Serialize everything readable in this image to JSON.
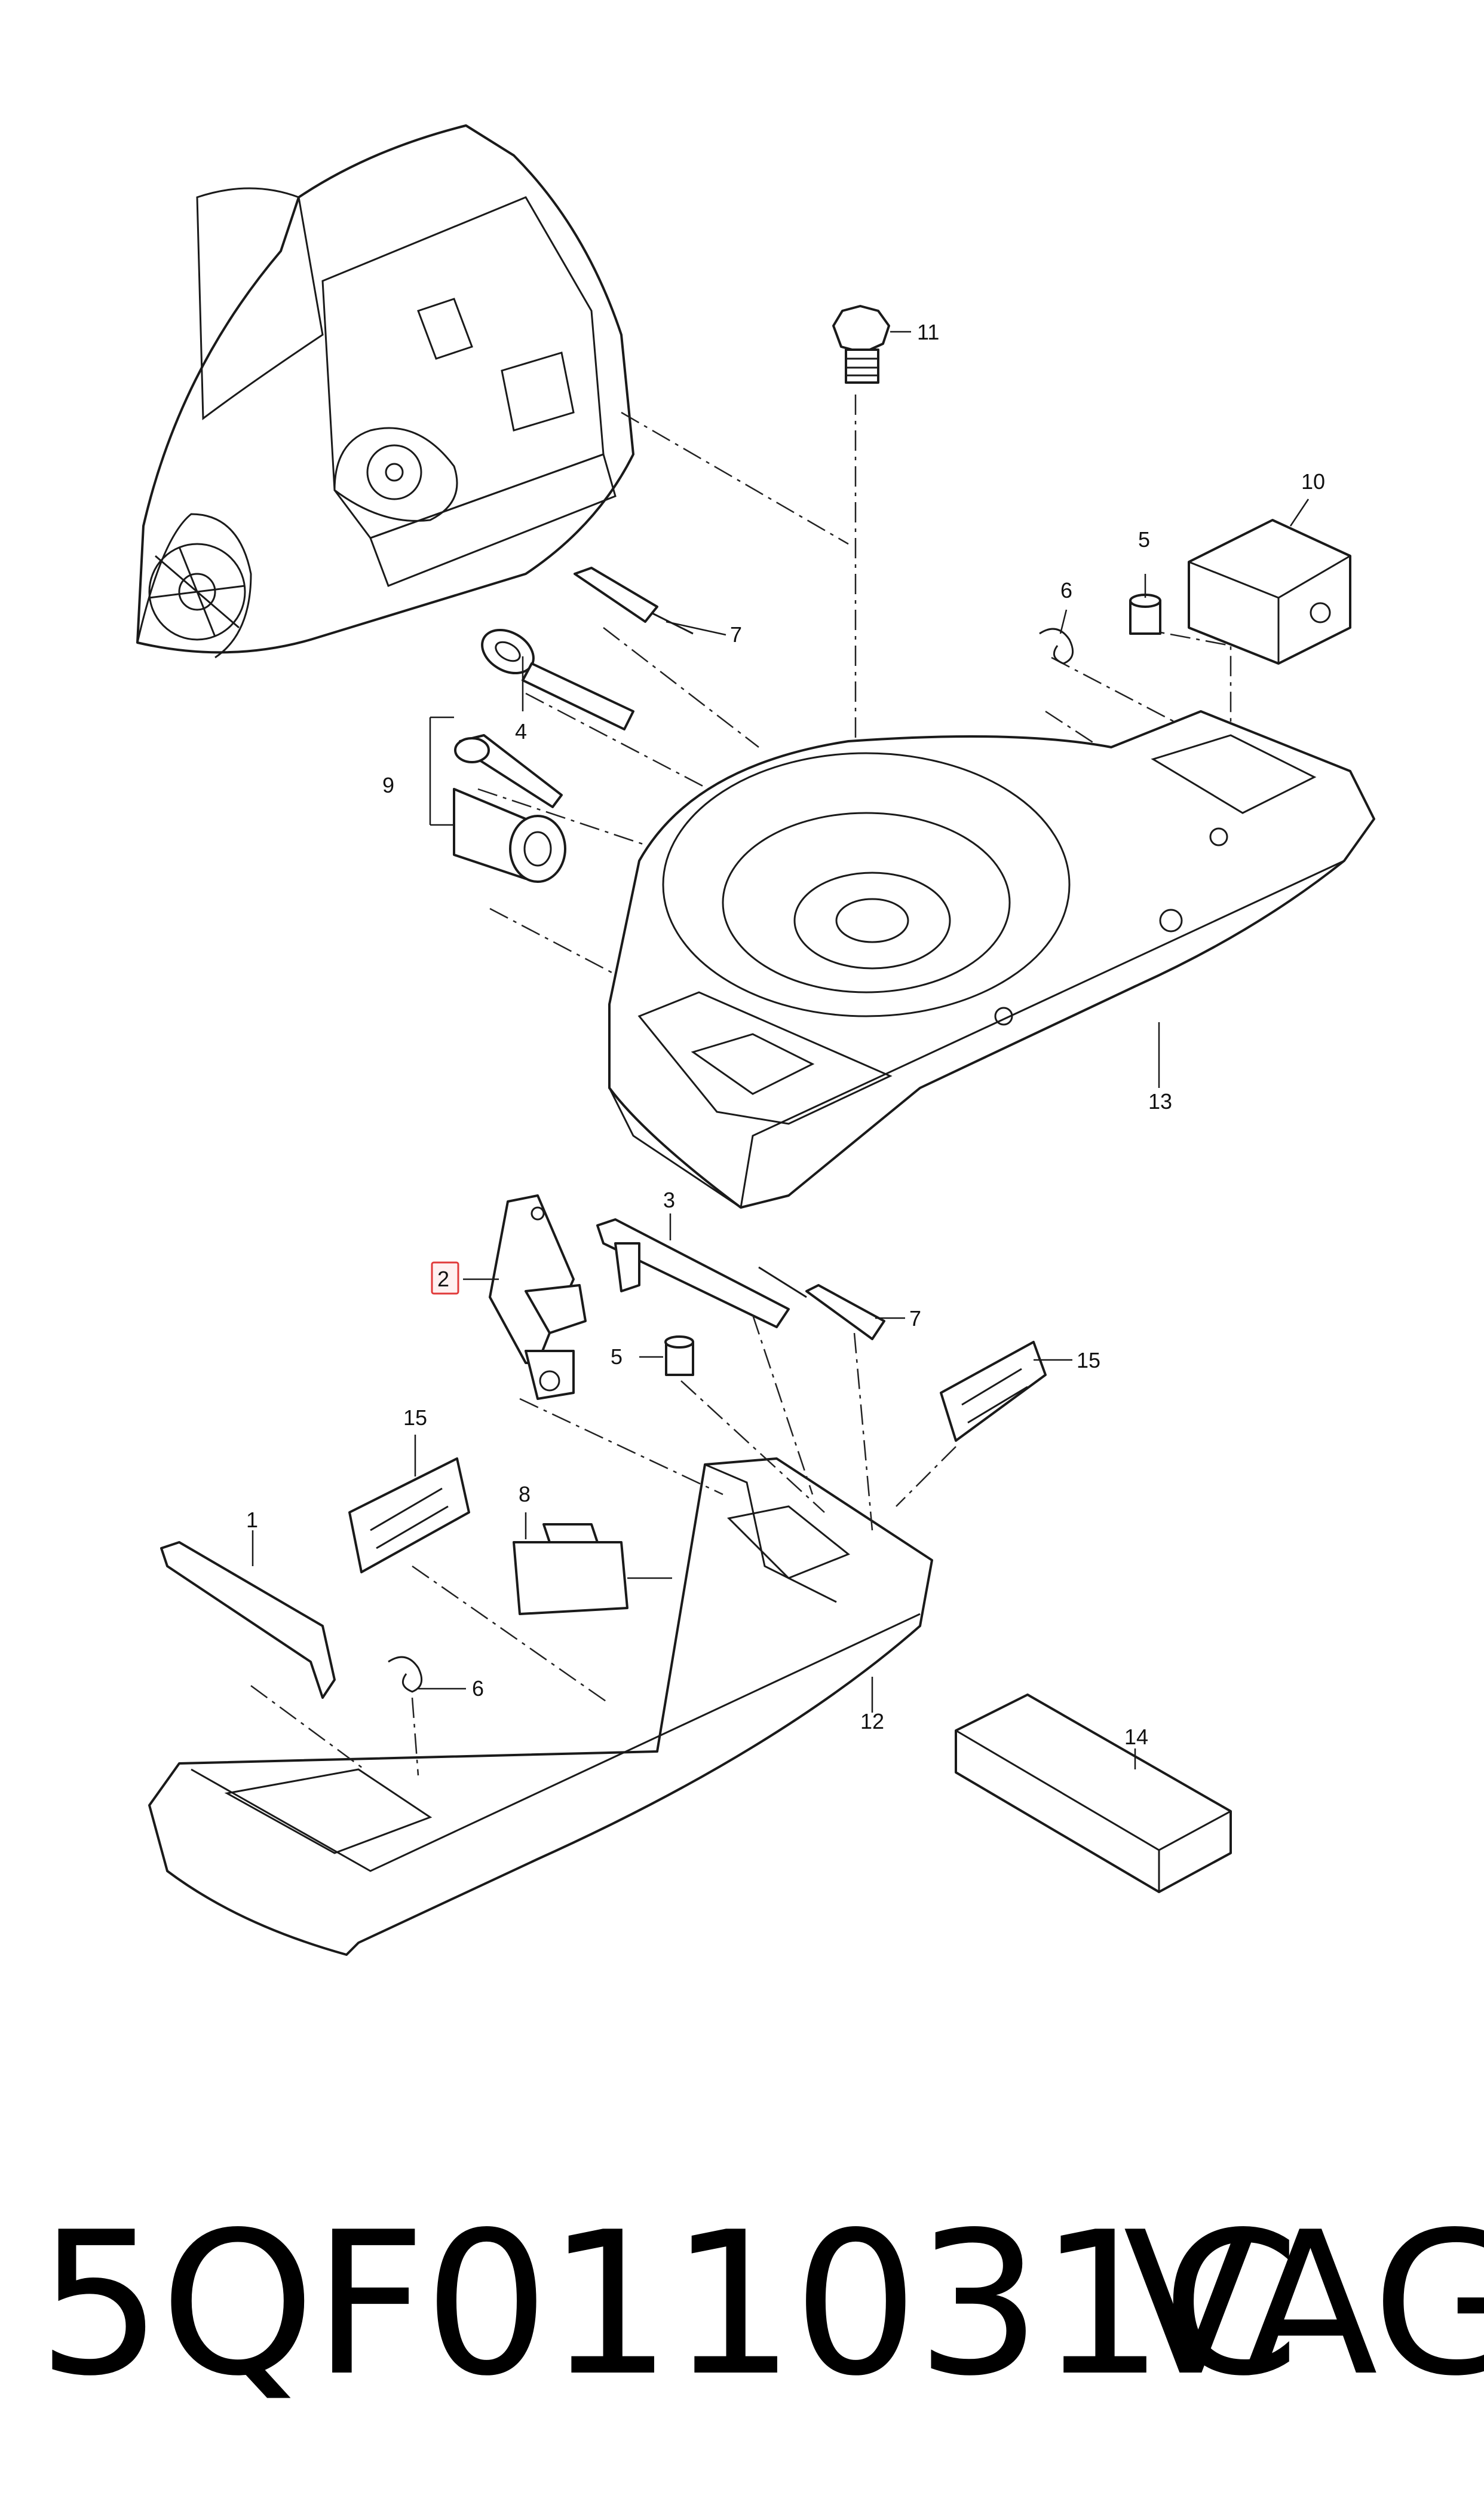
{
  "callouts": {
    "c1": "1",
    "c2": "2",
    "c3": "3",
    "c4": "4",
    "c5a": "5",
    "c5b": "5",
    "c6a": "6",
    "c6b": "6",
    "c7a": "7",
    "c7b": "7",
    "c8": "8",
    "c9": "9",
    "c10": "10",
    "c11": "11",
    "c12": "12",
    "c13": "13",
    "c14": "14",
    "c15a": "15",
    "c15b": "15"
  },
  "highlighted_callout": "2",
  "highlight_color": "#e03a3a",
  "footer": {
    "part_number": "5QF011031C",
    "brand": "VAG"
  }
}
